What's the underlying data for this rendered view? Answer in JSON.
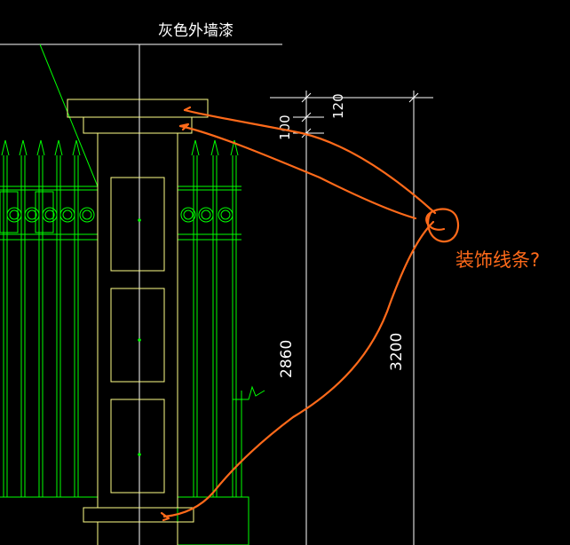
{
  "title": "灰色外墙漆",
  "annotation": "装饰线条?",
  "dimensions": {
    "top_100": "100",
    "top_120": "120",
    "height_2860": "2860",
    "height_3200": "3200"
  },
  "colors": {
    "background": "#000000",
    "fence": "#00ff00",
    "pillar": "#ffff88",
    "dimension": "#ffffff",
    "markup": "#ff6a1a"
  }
}
